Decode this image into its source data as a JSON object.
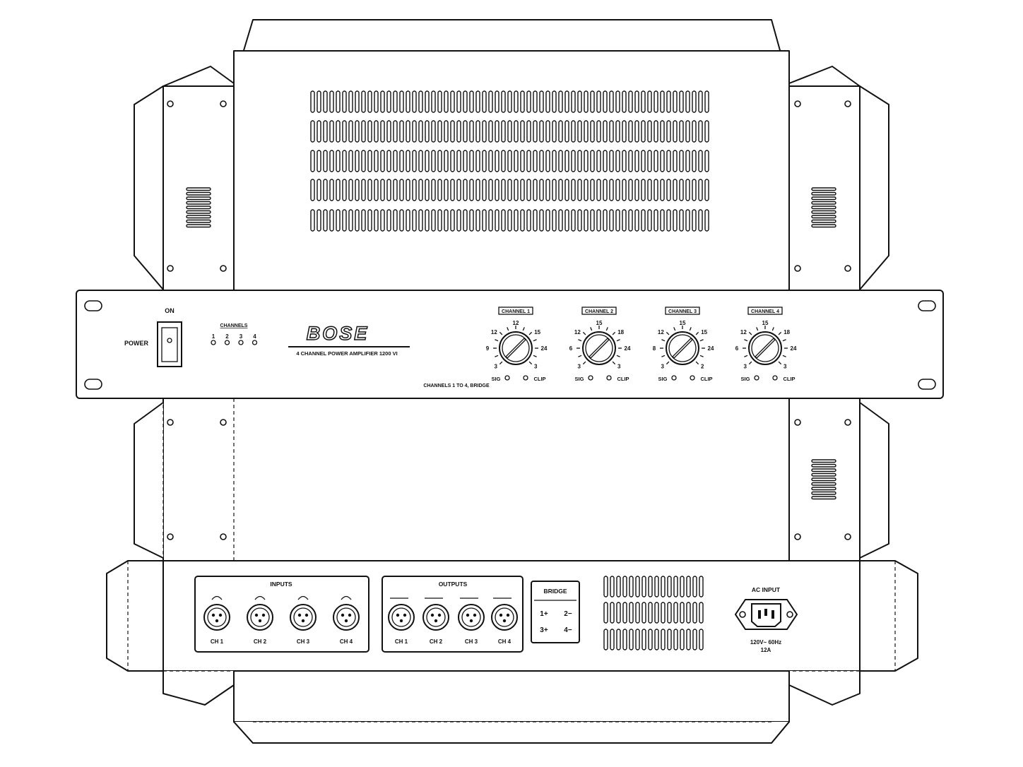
{
  "brand": "BOSE",
  "model": "4 CHANNEL POWER AMPLIFIER 1200 VI",
  "power": {
    "label": "POWER",
    "on_label": "ON"
  },
  "channels_leds": {
    "title": "CHANNELS",
    "numbers": [
      "1",
      "2",
      "3",
      "4"
    ]
  },
  "front_note": "CHANNELS 1 TO 4, BRIDGE",
  "knobs": [
    {
      "title": "CHANNEL 1",
      "scale": [
        "3",
        "9",
        "12",
        "12",
        "15",
        "24",
        "3"
      ],
      "sig": "SIG",
      "clip": "CLIP"
    },
    {
      "title": "CHANNEL 2",
      "scale": [
        "3",
        "6",
        "12",
        "15",
        "18",
        "24",
        "3"
      ],
      "sig": "SIG",
      "clip": "CLIP"
    },
    {
      "title": "CHANNEL 3",
      "scale": [
        "3",
        "8",
        "12",
        "15",
        "15",
        "24",
        "2"
      ],
      "sig": "SIG",
      "clip": "CLIP"
    },
    {
      "title": "CHANNEL 4",
      "scale": [
        "3",
        "6",
        "12",
        "15",
        "18",
        "24",
        "3"
      ],
      "sig": "SIG",
      "clip": "CLIP"
    }
  ],
  "rear": {
    "inputs_title": "INPUTS",
    "inputs": [
      "CH 1",
      "CH 2",
      "CH 3",
      "CH 4"
    ],
    "outputs_title": "OUTPUTS",
    "outputs": [
      "CH 1",
      "CH 2",
      "CH 3",
      "CH 4"
    ],
    "bridge_title": "BRIDGE",
    "bridge": [
      "1+",
      "2−",
      "3+",
      "4−"
    ],
    "ac_title": "AC INPUT",
    "ac_rating": "120V~ 60Hz",
    "ac_current": "12A"
  }
}
